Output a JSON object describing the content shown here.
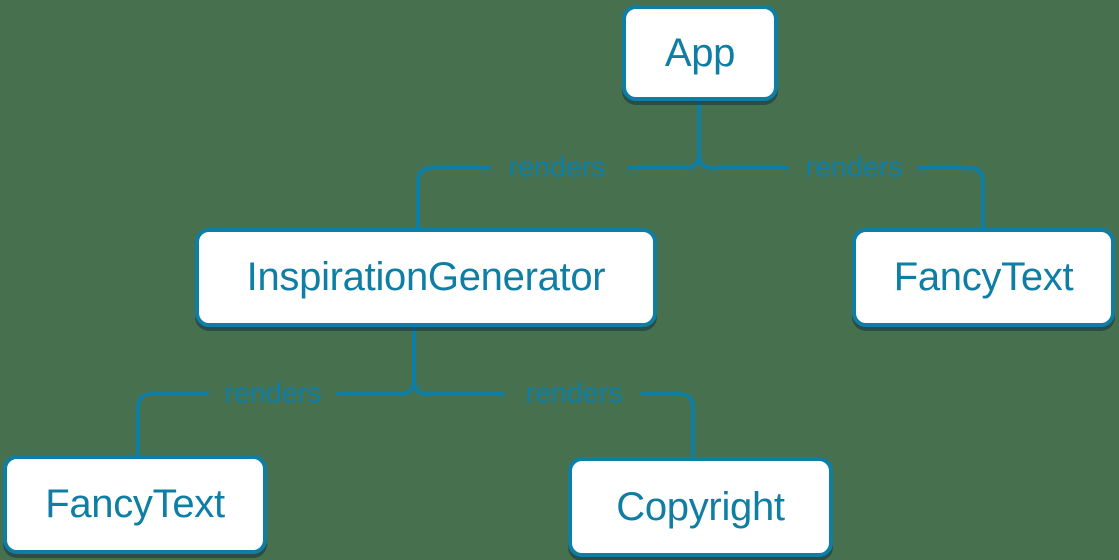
{
  "diagram": {
    "type": "component-render-tree",
    "nodes": [
      {
        "id": "app",
        "label": "App"
      },
      {
        "id": "inspiration-generator",
        "label": "InspirationGenerator"
      },
      {
        "id": "fancy-text-top",
        "label": "FancyText"
      },
      {
        "id": "fancy-text-bottom",
        "label": "FancyText"
      },
      {
        "id": "copyright",
        "label": "Copyright"
      }
    ],
    "edges": [
      {
        "from": "App",
        "to": "InspirationGenerator",
        "label": "renders"
      },
      {
        "from": "App",
        "to": "FancyText",
        "label": "renders"
      },
      {
        "from": "InspirationGenerator",
        "to": "FancyText",
        "label": "renders"
      },
      {
        "from": "InspirationGenerator",
        "to": "Copyright",
        "label": "renders"
      }
    ]
  },
  "colors": {
    "background": "#47704e",
    "accent": "#0e7ea4",
    "node_fill": "#ffffff",
    "shadow": "rgba(12,42,64,0.5)"
  }
}
